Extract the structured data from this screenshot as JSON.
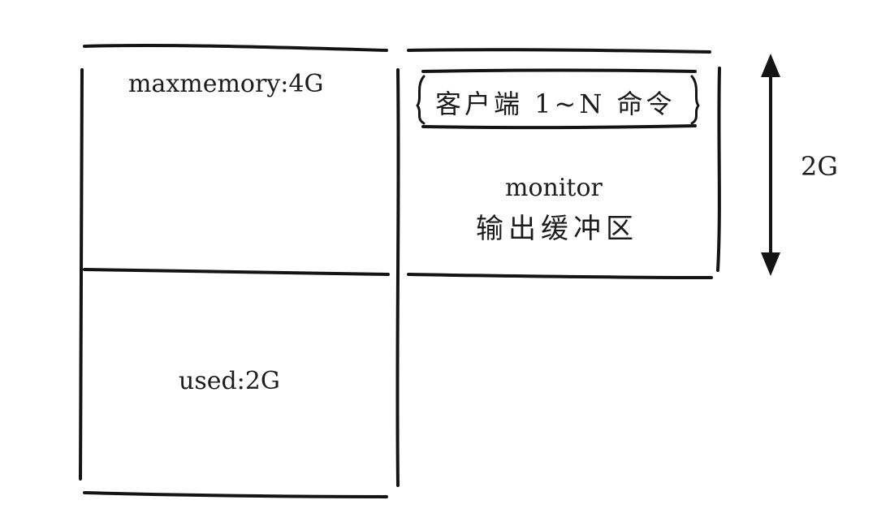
{
  "diagram": {
    "memory_box": {
      "max_label": "maxmemory:4G",
      "used_label": "used:2G"
    },
    "monitor_buffer_box": {
      "clients_label": "客户端 1~N 命令",
      "title_line1": "monitor",
      "title_line2": "输出缓冲区"
    },
    "size_indicator": {
      "label": "2G"
    }
  }
}
